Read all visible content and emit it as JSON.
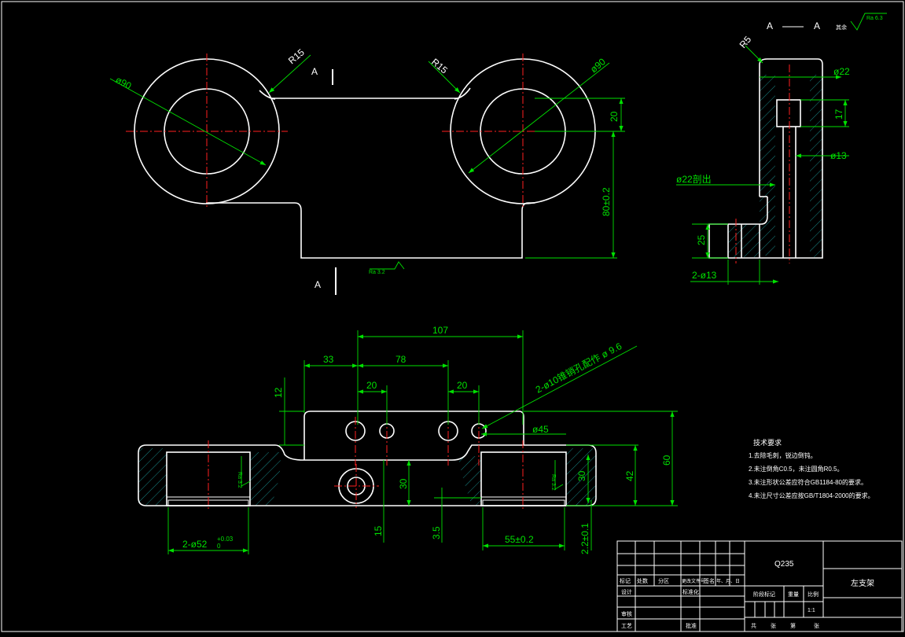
{
  "top_view": {
    "dims": {
      "dia_left": "ø90",
      "dia_right": "ø90",
      "r_left": "R15",
      "r_right": "R15",
      "dim_20": "20",
      "dim_80": "80±0.2"
    },
    "section_mark": "A",
    "roughness": "Ra 3.2"
  },
  "section_view": {
    "title": "A — A",
    "rest_label": "其余",
    "rest_roughness": "Ra 6.3",
    "dims": {
      "r5": "R5",
      "d22": "ø22",
      "d17": "17",
      "d13": "ø13",
      "d22_through": "ø22剖出",
      "d25": "25",
      "d2_13": "2-ø13"
    }
  },
  "front_view": {
    "dims": {
      "d107": "107",
      "d33": "33",
      "d78": "78",
      "d20a": "20",
      "d20b": "20",
      "d12": "12",
      "pin_note": "2-ø10锥销孔配作 ø 9.6",
      "d45": "ø45",
      "d60": "60",
      "d42": "42",
      "d30a": "30",
      "d30b": "30",
      "d15": "15",
      "d3_5": "3.5",
      "d52_main": "2-ø52",
      "d52_tol_up": "+0.03",
      "d52_tol_lo": "0",
      "d55": "55±0.2",
      "d2_2": "2.2±0.1",
      "ra_left": "Ra 3.2",
      "ra_right": "Ra 3.2"
    }
  },
  "tech_notes": {
    "title": "技术要求",
    "items": [
      "1.去除毛刺，锐边倒钝。",
      "2.未注倒角C0.5，未注圆角R0.5。",
      "3.未注形状公差应符合GB1184-80的要求。",
      "4.未注尺寸公差应按GB/T1804-2000的要求。"
    ]
  },
  "title_block": {
    "material": "Q235",
    "part_name": "左支架",
    "scale": "1:1",
    "header_labels": [
      "标记",
      "处数",
      "分区",
      "更改文件号",
      "签名",
      "年、月、日"
    ],
    "row_labels": [
      "设计",
      "标准化",
      "审核",
      "工艺",
      "批准"
    ],
    "right_labels": [
      "阶段标记",
      "重量",
      "比例"
    ],
    "bottom_labels": [
      "共",
      "张",
      "第",
      "张"
    ]
  }
}
